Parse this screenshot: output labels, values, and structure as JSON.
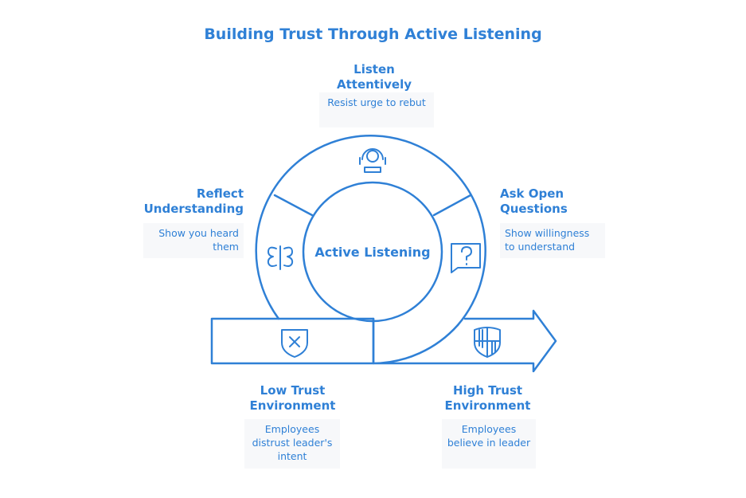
{
  "title": "Building Trust Through Active Listening",
  "center": "Active Listening",
  "stages": [
    {
      "title": "Listen Attentively",
      "desc": "Resist urge to rebut",
      "icon": "headset-icon"
    },
    {
      "title": "Ask Open Questions",
      "desc": "Show willingness to understand",
      "icon": "question-bubble-icon"
    },
    {
      "title": "Reflect Understanding",
      "desc": "Show you heard them",
      "icon": "mirror-icon"
    },
    {
      "title": "Low Trust Environment",
      "desc": "Employees distrust leader's intent",
      "icon": "shield-x-icon"
    },
    {
      "title": "High Trust Environment",
      "desc": "Employees believe in leader",
      "icon": "shield-grid-icon"
    }
  ],
  "colors": {
    "accent": "#2f80d6",
    "box": "#f7f8fa"
  }
}
